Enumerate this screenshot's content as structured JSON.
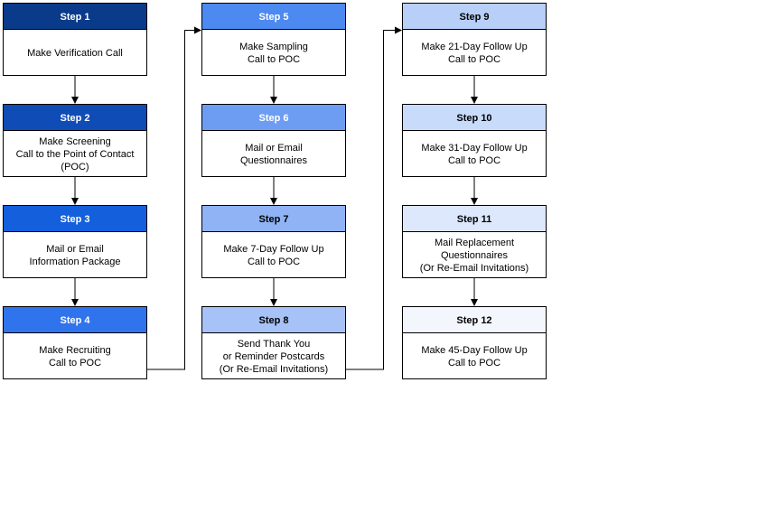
{
  "steps": [
    {
      "title": "Step 1",
      "lines": [
        "Make Verification Call"
      ],
      "header_color": "#0a3a8a",
      "header_text_color": "#ffffff"
    },
    {
      "title": "Step 2",
      "lines": [
        "Make Screening",
        "Call to the Point of Contact",
        "(POC)"
      ],
      "header_color": "#0f4cb5",
      "header_text_color": "#ffffff"
    },
    {
      "title": "Step 3",
      "lines": [
        "Mail or Email",
        "Information Package"
      ],
      "header_color": "#135fdc",
      "header_text_color": "#ffffff"
    },
    {
      "title": "Step 4",
      "lines": [
        "Make Recruiting",
        "Call to POC"
      ],
      "header_color": "#2f74ec",
      "header_text_color": "#ffffff"
    },
    {
      "title": "Step 5",
      "lines": [
        "Make Sampling",
        "Call to POC"
      ],
      "header_color": "#4c89f0",
      "header_text_color": "#ffffff"
    },
    {
      "title": "Step 6",
      "lines": [
        "Mail or Email",
        "Questionnaires"
      ],
      "header_color": "#6d9df2",
      "header_text_color": "#ffffff"
    },
    {
      "title": "Step 7",
      "lines": [
        "Make 7-Day Follow Up",
        "Call to POC"
      ],
      "header_color": "#8fb3f5",
      "header_text_color": "#000000"
    },
    {
      "title": "Step 8",
      "lines": [
        "Send Thank You",
        "or Reminder Postcards",
        "(Or Re-Email Invitations)"
      ],
      "header_color": "#a6c2f6",
      "header_text_color": "#000000"
    },
    {
      "title": "Step 9",
      "lines": [
        "Make 21-Day Follow Up",
        "Call to POC"
      ],
      "header_color": "#b8cff8",
      "header_text_color": "#000000"
    },
    {
      "title": "Step 10",
      "lines": [
        "Make 31-Day Follow Up",
        "Call to POC"
      ],
      "header_color": "#c9dbfa",
      "header_text_color": "#000000"
    },
    {
      "title": "Step 11",
      "lines": [
        "Mail Replacement",
        "Questionnaires",
        "(Or Re-Email Invitations)"
      ],
      "header_color": "#dde8fc",
      "header_text_color": "#000000"
    },
    {
      "title": "Step 12",
      "lines": [
        "Make 45-Day Follow Up",
        "Call to POC"
      ],
      "header_color": "#f3f6fd",
      "header_text_color": "#000000"
    }
  ],
  "colors": {
    "border": "#000000",
    "connector": "#000000",
    "body_background": "#ffffff"
  }
}
